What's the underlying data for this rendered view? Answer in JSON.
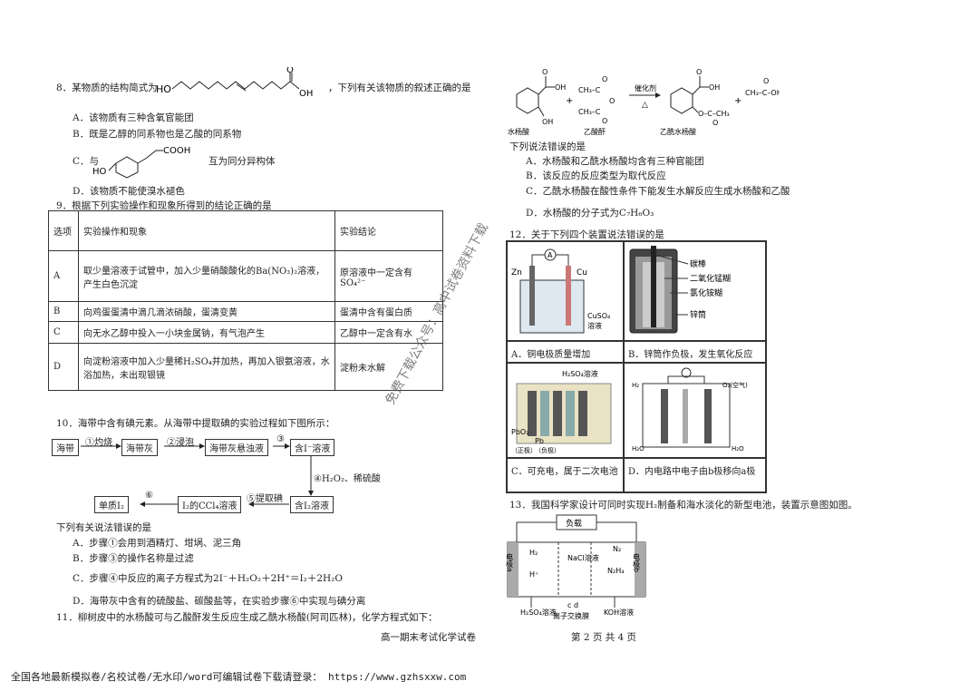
{
  "q8": {
    "stem_pre": "8．某物质的结构简式为",
    "stem_post": "，下列有关该物质的叙述正确的是",
    "ho": "HO",
    "o": "O",
    "oh": "OH",
    "A": "A．该物质有三种含氧官能团",
    "B": "B．既是乙醇的同系物也是乙酸的同系物",
    "C_pre": "C．与",
    "C_post": "互为同分异构体",
    "C_cooh": "COOH",
    "C_ho": "HO",
    "D": "D．该物质不能使溴水褪色"
  },
  "q9": {
    "stem": "9．根据下列实验操作和现象所得到的结论正确的是",
    "headers": [
      "选项",
      "实验操作和现象",
      "实验结论"
    ],
    "rows": [
      {
        "opt": "A",
        "op": "取少量溶液于试管中，加入少量硝酸酸化的Ba(NO₃)₂溶液，产生白色沉淀",
        "res": "原溶液中一定含有SO₄²⁻"
      },
      {
        "opt": "B",
        "op": "向鸡蛋蛋清中滴几滴浓硝酸，蛋清变黄",
        "res": "蛋清中含有蛋白质"
      },
      {
        "opt": "C",
        "op": "向无水乙醇中投入一小块金属钠，有气泡产生",
        "res": "乙醇中一定含有水"
      },
      {
        "opt": "D",
        "op": "向淀粉溶液中加入少量稀H₂SO₄并加热，再加入银氨溶液，水浴加热，未出现银镜",
        "res": "淀粉未水解"
      }
    ]
  },
  "q10": {
    "stem": "10．海带中含有碘元素。从海带中提取碘的实验过程如下图所示：",
    "flow": {
      "b1": "海带",
      "b2": "海带灰",
      "b3": "海带灰悬浊液",
      "b4": "含I⁻溶液",
      "b5": "含I₂溶液",
      "b6": "I₂的CCl₄溶液",
      "b7": "单质I₂",
      "s1": "①灼烧",
      "s2": "②浸泡",
      "s3": "③",
      "s4": "④H₂O₂、稀硫酸",
      "s5": "⑤提取碘",
      "s6": "⑥"
    },
    "sub": "下列有关说法错误的是",
    "A": "A．步骤①会用到酒精灯、坩埚、泥三角",
    "B": "B．步骤③的操作名称是过滤",
    "C": "C．步骤④中反应的离子方程式为2I⁻＋H₂O₂＋2H⁺＝I₂＋2H₂O",
    "D": "D．海带灰中含有的硫酸盐、碳酸盐等，在实验步骤⑥中实现与碘分离"
  },
  "q11": {
    "stem": "11．柳树皮中的水杨酸可与乙酸酐发生反应生成乙酰水杨酸(阿司匹林)，化学方程式如下：",
    "labels": {
      "salicylic": "水杨酸",
      "anhydride": "乙酸酐",
      "aspirin": "乙酰水杨酸",
      "catalyst": "催化剂",
      "heat": "△"
    },
    "sub": "下列说法错误的是",
    "A": "A．水杨酸和乙酰水杨酸均含有三种官能团",
    "B": "B．该反应的反应类型为取代反应",
    "C": "C．乙酰水杨酸在酸性条件下能发生水解反应生成水杨酸和乙酸",
    "D": "D．水杨酸的分子式为C₇H₆O₃"
  },
  "q12": {
    "stem": "12．关于下列四个装置说法错误的是",
    "A": "A．铜电极质量增加",
    "B": "B．锌筒作负极，发生氧化反应",
    "C": "C．可充电，属于二次电池",
    "D": "D．内电路中电子由b极移向a极",
    "labels": {
      "zn": "Zn",
      "cu": "Cu",
      "a_meter": "A",
      "cuso4": "CuSO₄",
      "solution": "溶液",
      "carbon_rod": "碳棒",
      "mno2": "二氧化锰糊",
      "nh4cl": "氯化铵糊",
      "zinc_can": "锌筒",
      "h2so4": "H₂SO₄溶液",
      "pbo2": "PbO₂",
      "pb": "Pb",
      "pos": "（正极）",
      "neg": "（负极）",
      "h2": "H₂",
      "o2": "O₂(空气)",
      "h2o": "H₂O"
    }
  },
  "q13": {
    "stem": "13．我国科学家设计可同时实现H₂制备和海水淡化的新型电池，装置示意图如图。",
    "load": "负载",
    "electrode_a": "电极a",
    "electrode_b": "电极b",
    "h2": "H₂",
    "hplus": "H⁺",
    "n2": "N₂",
    "n2h4": "N₂H₄",
    "nacl": "NaCl溶液",
    "h2so4": "H₂SO₄溶液",
    "cd": "c d",
    "membrane": "离子交换膜",
    "koh": "KOH溶液"
  },
  "footer_left": "高一期末考试化学试卷",
  "page_info": "第 2 页 共 4 页",
  "bottom_banner": "全国各地最新模拟卷/名校试卷/无水印/word可编辑试卷下载请登录： https://www.gzhsxxw.com",
  "watermark": "免费下载公众号：高中试卷资料下载"
}
